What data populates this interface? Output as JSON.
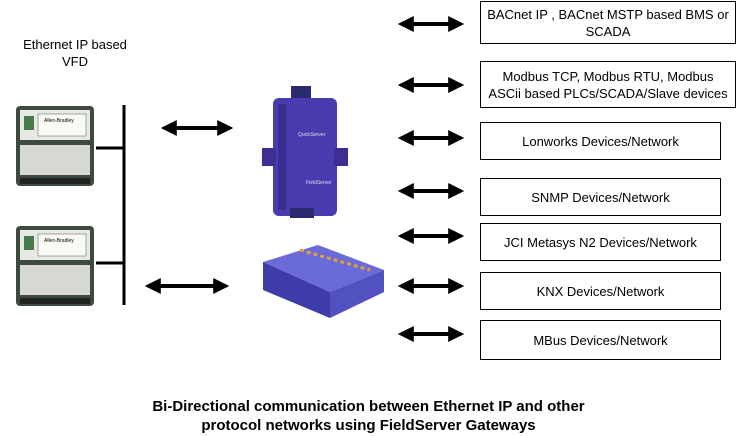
{
  "vfd_label": "Ethernet IP based\nVFD",
  "vfd_brand": "Allen-Bradley",
  "gateway_top_brand": "QuickServer",
  "gateway_top_sub": "FieldServer",
  "protocol_boxes": [
    "BACnet IP , BACnet MSTP based BMS or SCADA",
    "Modbus TCP, Modbus RTU, Modbus ASCii based PLCs/SCADA/Slave devices",
    "Lonworks Devices/Network",
    "SNMP Devices/Network",
    "JCI Metasys N2 Devices/Network",
    "KNX Devices/Network",
    "MBus Devices/Network"
  ],
  "caption": "Bi-Directional communication between Ethernet IP and other\nprotocol networks using FieldServer Gateways"
}
